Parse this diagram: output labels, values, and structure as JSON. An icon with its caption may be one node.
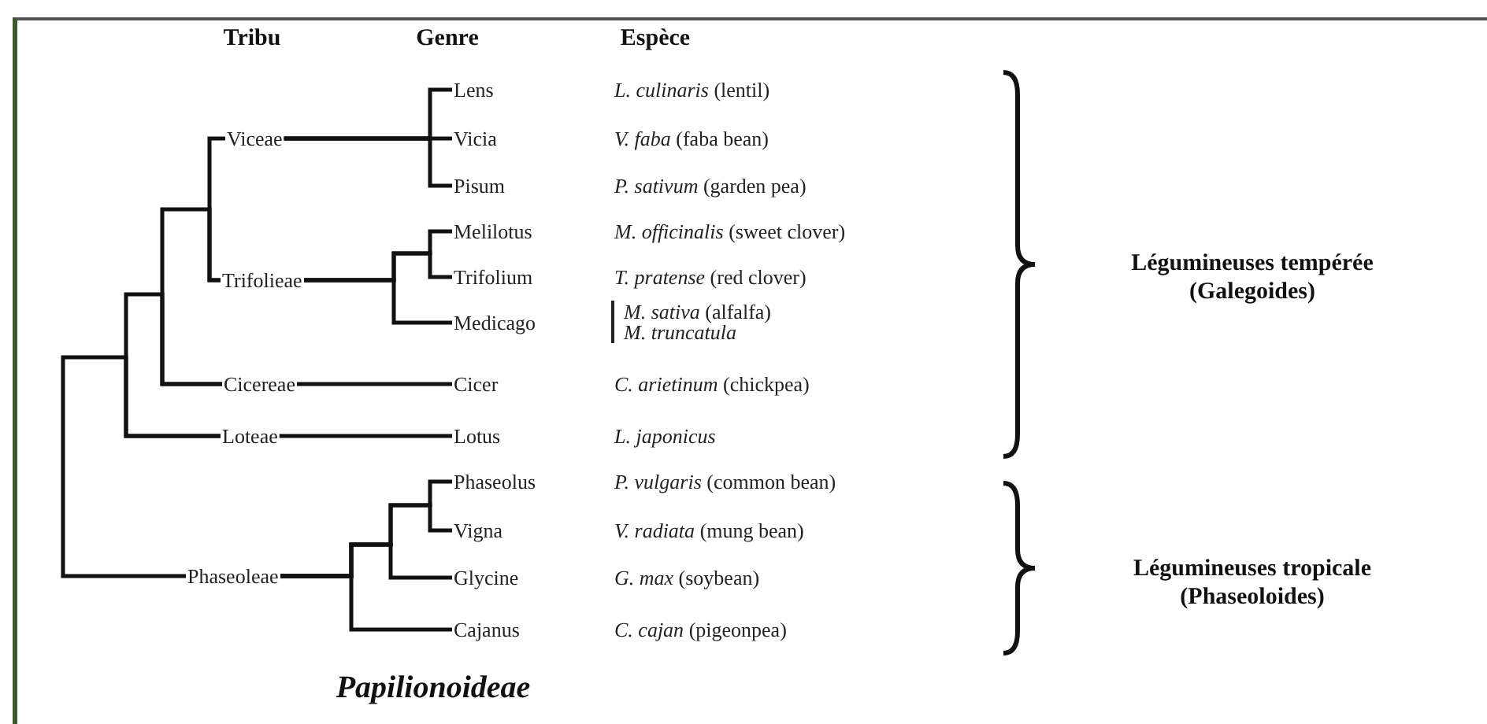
{
  "diagram": {
    "nodes": [
      {
        "text": [
          "Viceae"
        ]
      },
      {
        "text": [
          "Trifolieae"
        ]
      },
      {
        "text": [
          "Cicereae"
        ]
      },
      {
        "text": [
          "Loteae"
        ]
      },
      {
        "text": [
          "Phaseoleae"
        ]
      },
      {
        "text": [
          "Lens"
        ]
      },
      {
        "text": [
          "Vicia"
        ]
      },
      {
        "text": [
          "Pisum"
        ]
      },
      {
        "text": [
          "Melilotus"
        ]
      },
      {
        "text": [
          "Trifolium"
        ]
      },
      {
        "text": [
          "Medicago"
        ]
      },
      {
        "text": [
          "Cicer"
        ]
      },
      {
        "text": [
          "Lotus"
        ]
      },
      {
        "text": [
          "Phaseolus"
        ]
      },
      {
        "text": [
          "Vigna"
        ]
      },
      {
        "text": [
          "Glycine"
        ]
      },
      {
        "text": [
          "Cajanus"
        ]
      }
    ],
    "edges": [
      {
        "from": 0,
        "to": 1,
        "arrow": "none"
      },
      {
        "from": 1,
        "to": 2,
        "arrow": "none"
      },
      {
        "from": 2,
        "to": 3,
        "arrow": "none"
      },
      {
        "from": 3,
        "to": 4,
        "arrow": "none"
      },
      {
        "from": 0,
        "to": 5,
        "arrow": "none"
      },
      {
        "from": 0,
        "to": 6,
        "arrow": "none"
      },
      {
        "from": 0,
        "to": 7,
        "arrow": "none"
      },
      {
        "from": 1,
        "to": 8,
        "arrow": "none"
      },
      {
        "from": 1,
        "to": 9,
        "arrow": "none"
      },
      {
        "from": 1,
        "to": 10,
        "arrow": "none"
      },
      {
        "from": 2,
        "to": 11,
        "arrow": "none"
      },
      {
        "from": 3,
        "to": 12,
        "arrow": "none"
      },
      {
        "from": 4,
        "to": 13,
        "arrow": "none"
      },
      {
        "from": 4,
        "to": 14,
        "arrow": "none"
      },
      {
        "from": 4,
        "to": 15,
        "arrow": "none"
      },
      {
        "from": 4,
        "to": 16,
        "arrow": "none"
      }
    ],
    "labels": [
      "Tribu",
      "Genre",
      "Espèce",
      "*L. culinaris* (lentil)",
      "*V. faba* (faba bean)",
      "*P. sativum* (garden pea)",
      "*M. officinalis* (sweet clover)",
      "*T. pratense* (red clover)",
      "*M. sativa* (alfalfa)",
      "*M. truncatula*",
      "*C. arietinum* (chickpea)",
      "*L. japonicus*",
      "*P. vulgaris* (common bean)",
      "*V. radiata* (mung bean)",
      "*G. max* (soybean)",
      "*C. cajan* (pigeonpea)",
      "Légumineuses tempérée",
      "(Galegoides)",
      "Légumineuses tropicale",
      "(Phaseoloides)",
      "Papilionoideae"
    ]
  }
}
